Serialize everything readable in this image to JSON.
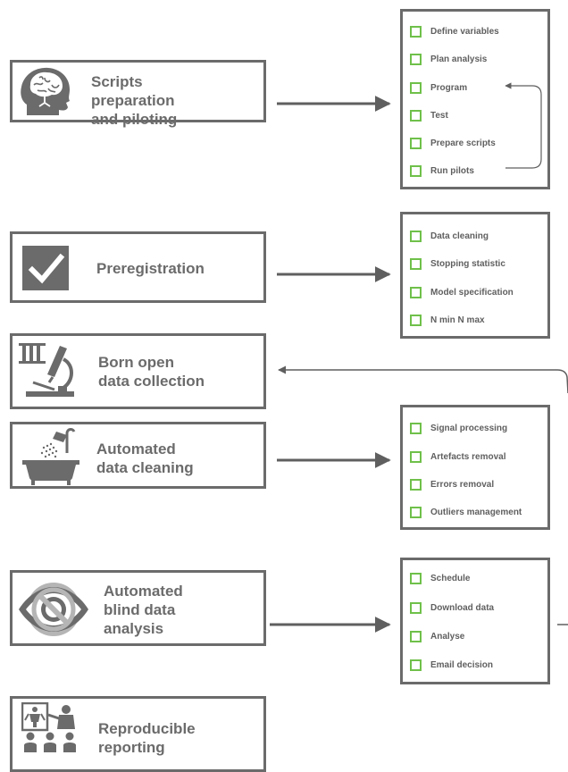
{
  "steps": [
    {
      "label": "Scripts\npreparation\nand piloting",
      "icon": "brain-head-icon"
    },
    {
      "label": "Preregistration",
      "icon": "checkbox-checked-icon"
    },
    {
      "label": "Born open\ndata collection",
      "icon": "microscope-icon"
    },
    {
      "label": "Automated\ndata cleaning",
      "icon": "bathtub-shower-icon"
    },
    {
      "label": "Automated\nblind data\nanalysis",
      "icon": "crossed-eye-icon"
    },
    {
      "label": "Reproducible\nreporting",
      "icon": "presentation-audience-icon"
    }
  ],
  "checklists": [
    {
      "items": [
        "Define variables",
        "Plan analysis",
        "Program",
        "Test",
        "Prepare scripts",
        "Run pilots"
      ]
    },
    {
      "items": [
        "Data cleaning",
        "Stopping statistic",
        "Model specification",
        "N min N max"
      ]
    },
    {
      "items": [
        "Signal processing",
        "Artefacts removal",
        "Errors removal",
        "Outliers management"
      ]
    },
    {
      "items": [
        "Schedule",
        "Download data",
        "Analyse",
        "Email decision"
      ]
    }
  ],
  "colors": {
    "box_border": "#6b6b6b",
    "text": "#6b6b6b",
    "checkbox": "#6fc04a",
    "arrow": "#5f5f5f"
  }
}
